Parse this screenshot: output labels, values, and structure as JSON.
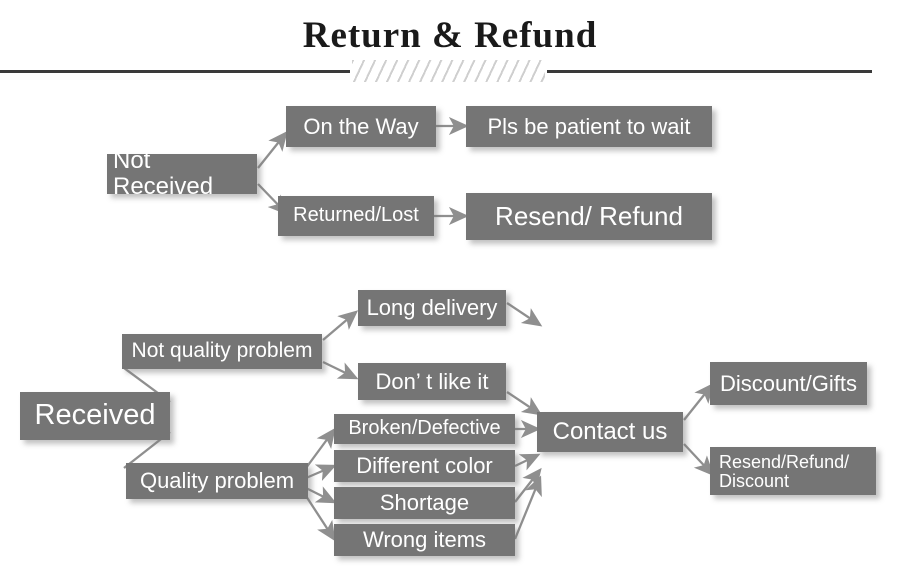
{
  "header": {
    "title": "Return & Refund",
    "divider_icon": "hatch-divider-icon"
  },
  "colors": {
    "box_fill": "#757575",
    "box_text": "#ffffff",
    "arrow": "#8f8f8f",
    "divider": "#3a3a3a",
    "hatch": "#cfcfcf",
    "background": "#ffffff"
  },
  "flow": {
    "not_received": {
      "root": "Not Received",
      "branches": [
        {
          "label": "On the Way",
          "result": "Pls be patient to wait"
        },
        {
          "label": "Returned/Lost",
          "result": "Resend/ Refund"
        }
      ]
    },
    "received": {
      "root": "Received",
      "branches": [
        {
          "label": "Not quality problem",
          "issues": [
            "Long delivery",
            "Don’  t like it"
          ]
        },
        {
          "label": "Quality problem",
          "issues": [
            "Broken/Defective",
            "Different color",
            "Shortage",
            "Wrong items"
          ]
        }
      ],
      "contact": "Contact us",
      "outcomes": [
        "Discount/Gifts",
        "Resend/Refund/\nDiscount"
      ],
      "outcome_line1": "Resend/Refund/",
      "outcome_line2": "Discount"
    }
  }
}
